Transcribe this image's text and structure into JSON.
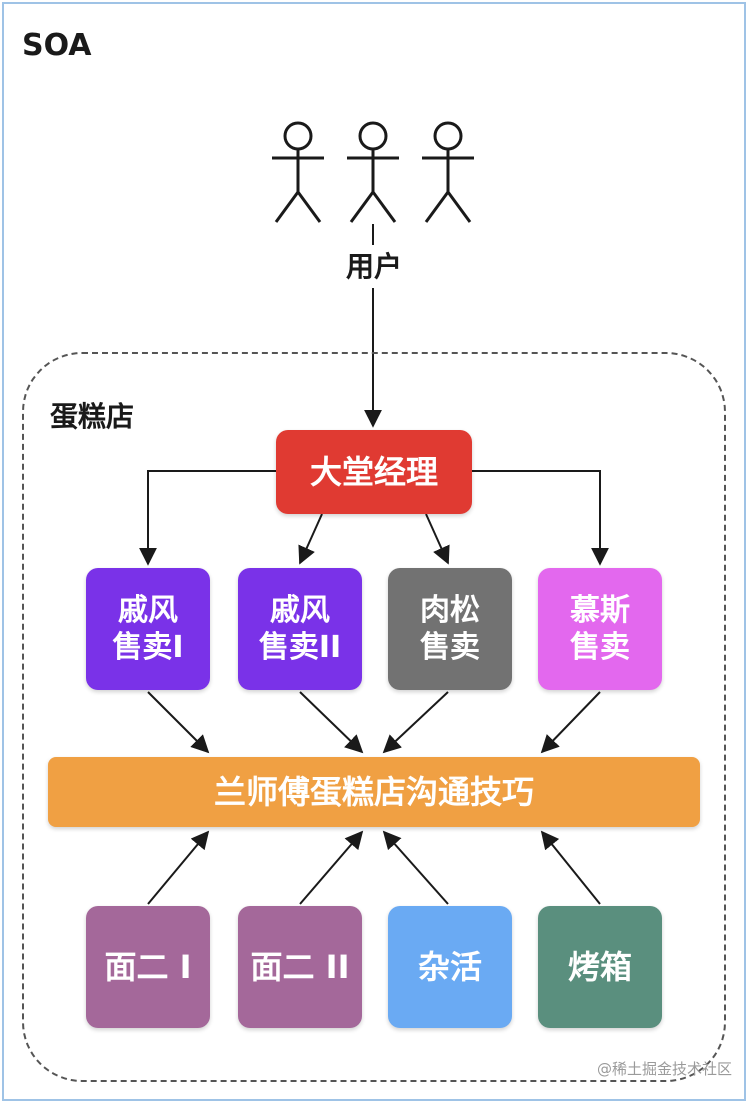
{
  "title": "SOA",
  "user_label": "用户",
  "group_label": "蛋糕店",
  "manager": {
    "label": "大堂经理",
    "color": "#e03a32"
  },
  "sales": [
    {
      "line1": "戚风",
      "line2": "售卖I",
      "color": "#7a32e8"
    },
    {
      "line1": "戚风",
      "line2": "售卖II",
      "color": "#7a32e8"
    },
    {
      "line1": "肉松",
      "line2": "售卖",
      "color": "#727272"
    },
    {
      "line1": "慕斯",
      "line2": "售卖",
      "color": "#e368ee"
    }
  ],
  "hub": {
    "label": "兰师傅蛋糕店沟通技巧",
    "color": "#f0a043"
  },
  "workers": [
    {
      "label": "面二 I",
      "color": "#a4689a"
    },
    {
      "label": "面二 II",
      "color": "#a4689a"
    },
    {
      "label": "杂活",
      "color": "#6aaaf3"
    },
    {
      "label": "烤箱",
      "color": "#5a8f7e"
    }
  ],
  "watermark": "@稀土掘金技术社区"
}
